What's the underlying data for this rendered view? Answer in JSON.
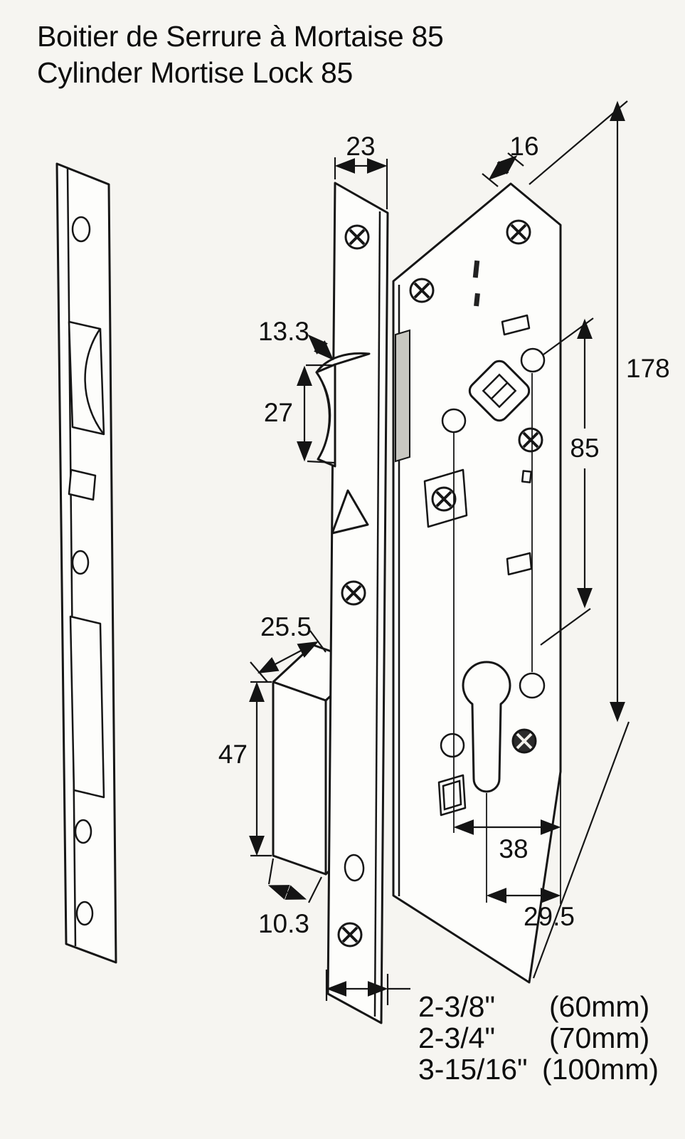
{
  "title": {
    "line1": "Boitier de Serrure à Mortaise 85",
    "line2": "Cylinder Mortise Lock 85"
  },
  "dimensions": {
    "faceplate_width": "23",
    "case_depth": "16",
    "latch_bevel": "13.3",
    "latch_height": "27",
    "case_length": "178",
    "centres": "85",
    "bolt_depth": "25.5",
    "bolt_height": "47",
    "hub_spacing": "38",
    "bolt_throw": "10.3",
    "cylinder_edge": "29.5"
  },
  "backset_options": [
    {
      "imperial": "2-3/8\"",
      "metric": "(60mm)"
    },
    {
      "imperial": "2-3/4\"",
      "metric": "(70mm)"
    },
    {
      "imperial": "3-15/16\"",
      "metric": "(100mm)"
    }
  ]
}
